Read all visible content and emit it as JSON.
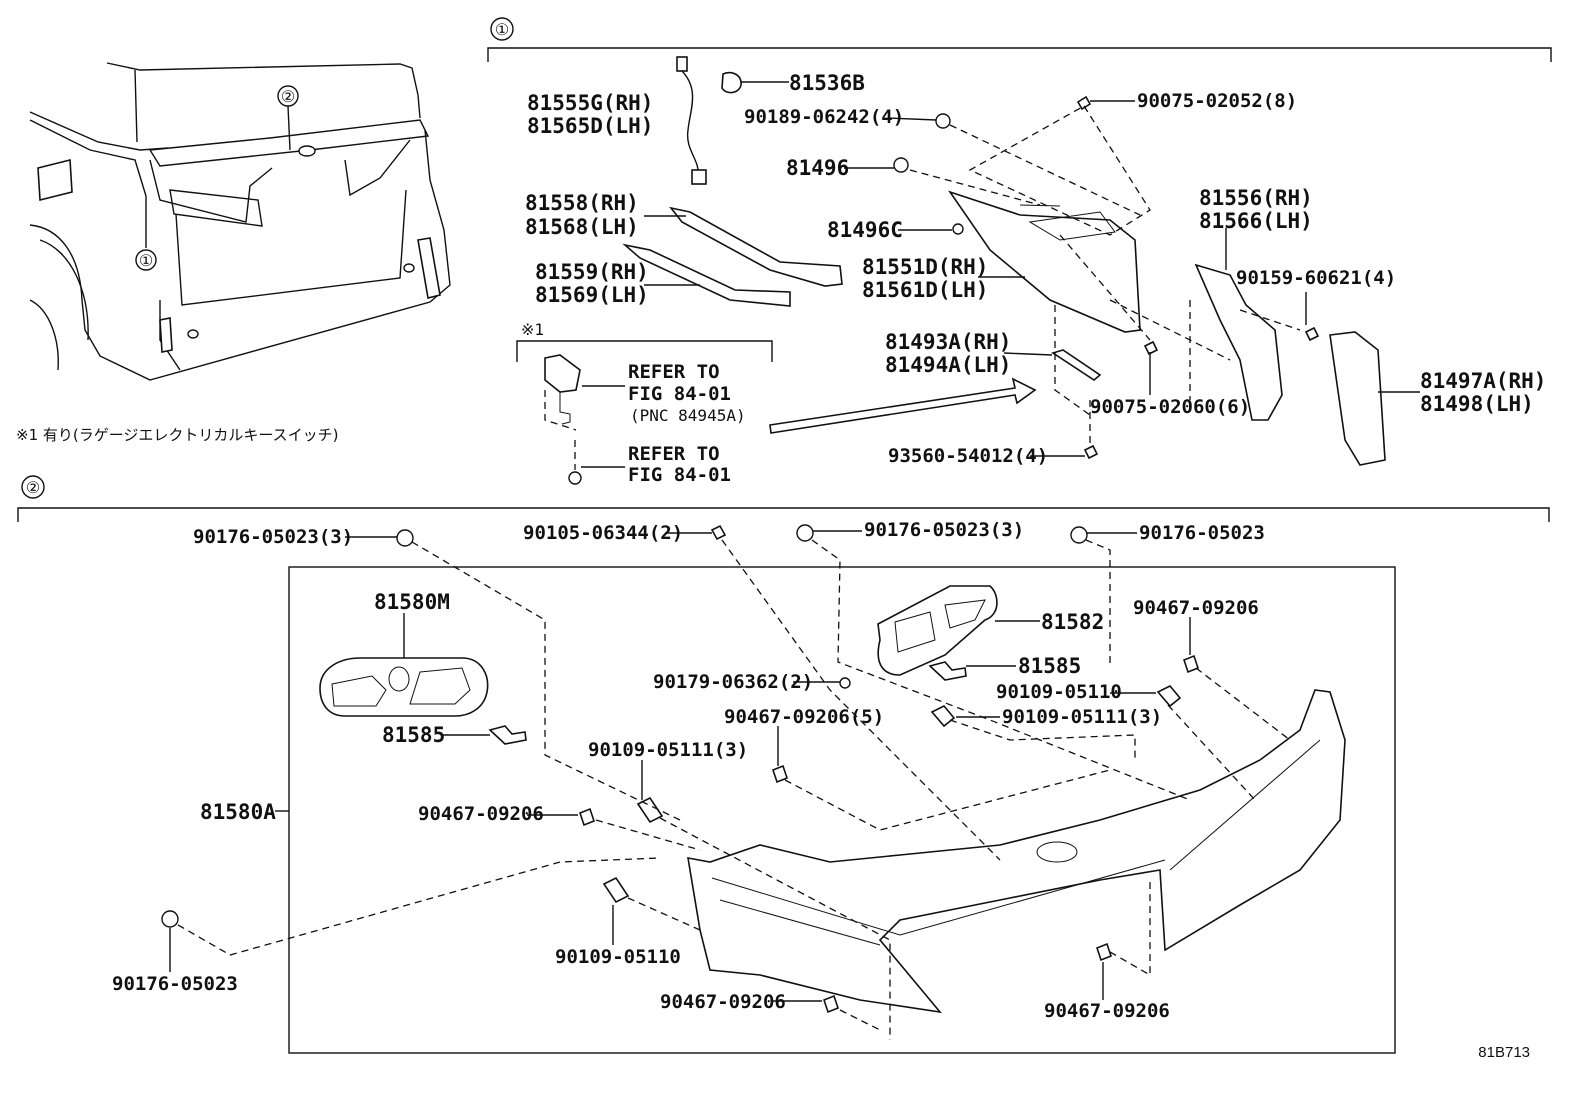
{
  "sections": {
    "s1": "①",
    "s2": "②",
    "star_mark": "※1"
  },
  "note": "※1 有り(ラゲージエレクトリカルキースイッチ)",
  "diagram_code": "81B713",
  "inset_callouts": [
    "①",
    "②"
  ],
  "labels": {
    "p81536B": "81536B",
    "p81555G": "81555G(RH)",
    "p81565D": "81565D(LH)",
    "p90189": "90189-06242(4)",
    "p90075a": "90075-02052(8)",
    "p81496": "81496",
    "p81558": "81558(RH)",
    "p81568": "81568(LH)",
    "p81496C": "81496C",
    "p81556": "81556(RH)",
    "p81566": "81566(LH)",
    "p81559": "81559(RH)",
    "p81569": "81569(LH)",
    "p81551D": "81551D(RH)",
    "p81561D": "81561D(LH)",
    "p90159": "90159-60621(4)",
    "refer1a": "REFER TO",
    "refer1b": "FIG 84-01",
    "refer1c": "(PNC 84945A)",
    "p81493A": "81493A(RH)",
    "p81494A": "81494A(LH)",
    "p81497A": "81497A(RH)",
    "p81498": "81498(LH)",
    "p90075b": "90075-02060(6)",
    "refer2a": "REFER TO",
    "refer2b": "FIG 84-01",
    "p93560": "93560-54012(4)",
    "p90176a": "90176-05023(3)",
    "p90105": "90105-06344(2)",
    "p90176b": "90176-05023(3)",
    "p90176c": "90176-05023",
    "p81580M": "81580M",
    "p81582": "81582",
    "p90467a": "90467-09206",
    "p81585a": "81585",
    "p90179": "90179-06362(2)",
    "p90109a": "90109-05110",
    "p90467b": "90467-09206(5)",
    "p90109b": "90109-05111(3)",
    "p81585b": "81585",
    "p90109c": "90109-05111(3)",
    "p81580A": "81580A",
    "p90467c": "90467-09206",
    "p90109d": "90109-05110",
    "p90176d": "90176-05023",
    "p90467d": "90467-09206",
    "p90467e": "90467-09206"
  }
}
